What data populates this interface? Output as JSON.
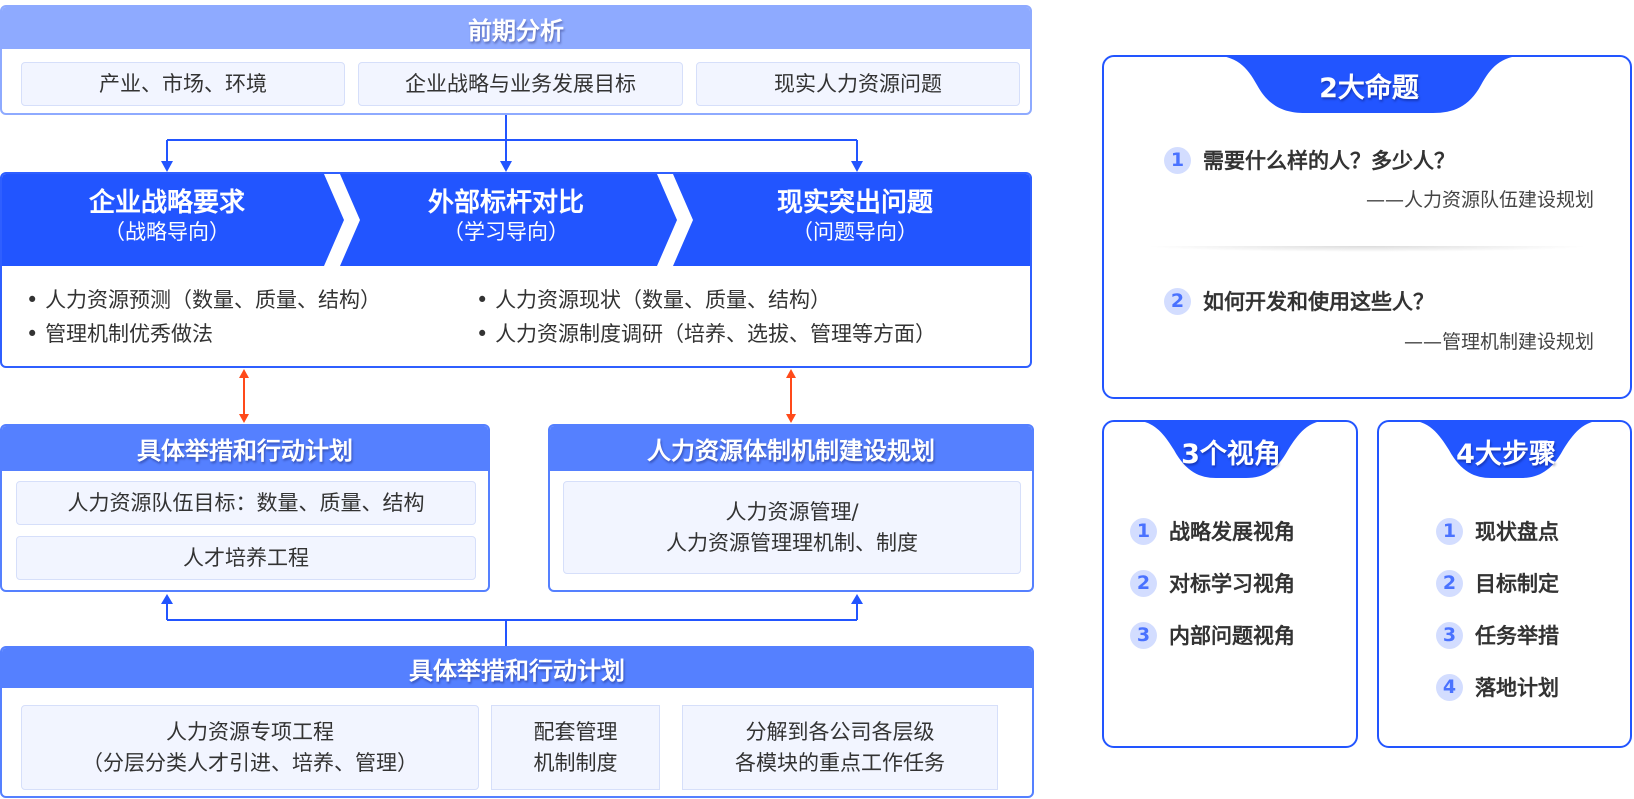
{
  "analysis": {
    "title": "前期分析",
    "items": [
      "产业、市场、环境",
      "企业战略与业务发展目标",
      "现实人力资源问题"
    ]
  },
  "orientations": [
    {
      "title": "企业战略要求",
      "sub": "（战略导向）"
    },
    {
      "title": "外部标杆对比",
      "sub": "（学习导向）"
    },
    {
      "title": "现实突出问题",
      "sub": "（问题导向）"
    }
  ],
  "bullets": {
    "left": [
      "人力资源预测（数量、质量、结构）",
      "管理机制优秀做法"
    ],
    "right": [
      "人力资源现状（数量、质量、结构）",
      "人力资源制度调研（培养、选拔、管理等方面）"
    ]
  },
  "action_plan": {
    "title": "具体举措和行动计划",
    "items": [
      "人力资源队伍目标：数量、质量、结构",
      "人才培养工程"
    ]
  },
  "mechanism": {
    "title": "人力资源体制机制建设规划",
    "lines": [
      "人力资源管理/",
      "人力资源管理理机制、制度"
    ]
  },
  "bottom": {
    "title": "具体举措和行动计划",
    "items": [
      [
        "人力资源专项工程",
        "（分层分类人才引进、培养、管理）"
      ],
      [
        "配套管理",
        "机制制度"
      ],
      [
        "分解到各公司各层级",
        "各模块的重点工作任务"
      ]
    ]
  },
  "propositions": {
    "title": "2大命题",
    "items": [
      {
        "num": "1",
        "text": "需要什么样的人？多少人？",
        "note": "——人力资源队伍建设规划"
      },
      {
        "num": "2",
        "text": "如何开发和使用这些人？",
        "note": "——管理机制建设规划"
      }
    ]
  },
  "perspectives": {
    "title": "3个视角",
    "items": [
      {
        "num": "1",
        "text": "战略发展视角"
      },
      {
        "num": "2",
        "text": "对标学习视角"
      },
      {
        "num": "3",
        "text": "内部问题视角"
      }
    ]
  },
  "steps": {
    "title": "4大步骤",
    "items": [
      {
        "num": "1",
        "text": "现状盘点"
      },
      {
        "num": "2",
        "text": "目标制定"
      },
      {
        "num": "3",
        "text": "任务举措"
      },
      {
        "num": "4",
        "text": "落地计划"
      }
    ]
  },
  "colors": {
    "primary": "#2255ff",
    "header_light": "#8eaaff",
    "header_mid": "#5580ff",
    "cell_bg": "#f2f5ff",
    "red_arrow": "#ff4a1a"
  }
}
